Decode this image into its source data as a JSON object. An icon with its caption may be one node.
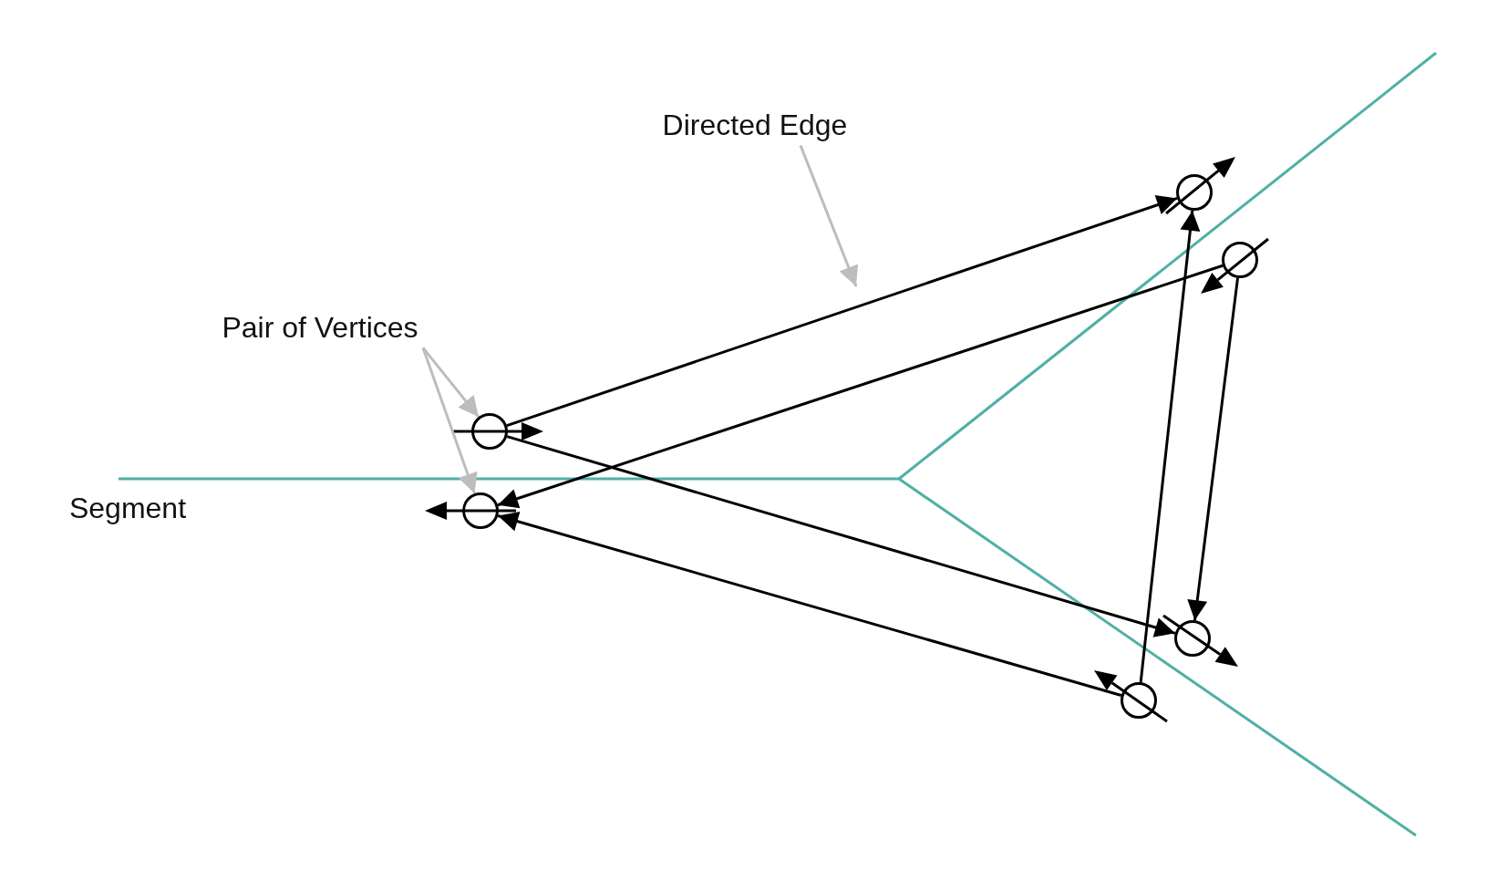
{
  "diagram": {
    "nodes": [
      {
        "text": [
          "Directed Edge"
        ]
      },
      {
        "text": [
          "Pair of Vertices"
        ]
      },
      {
        "text": [],
        "shape": "circle"
      },
      {
        "text": [],
        "shape": "circle"
      },
      {
        "text": [],
        "shape": "circle"
      },
      {
        "text": [],
        "shape": "circle"
      },
      {
        "text": [],
        "shape": "circle"
      },
      {
        "text": [],
        "shape": "circle"
      }
    ],
    "edges": [
      {
        "from": 4,
        "to": 2,
        "arrow": "to"
      },
      {
        "from": 3,
        "to": 5,
        "arrow": "to"
      },
      {
        "from": 4,
        "to": 6,
        "arrow": "to"
      },
      {
        "from": 7,
        "to": 5,
        "arrow": "to"
      },
      {
        "from": 7,
        "to": 2,
        "arrow": "to"
      },
      {
        "from": 3,
        "to": 6,
        "arrow": "to"
      },
      {
        "from": 0,
        "to": null,
        "arrow": "to",
        "color": "#bdbdbd"
      },
      {
        "from": 1,
        "to": 4,
        "arrow": "to",
        "color": "#bdbdbd"
      },
      {
        "from": 1,
        "to": 5,
        "arrow": "to",
        "color": "#bdbdbd"
      }
    ],
    "labels": [
      "Segment"
    ]
  }
}
